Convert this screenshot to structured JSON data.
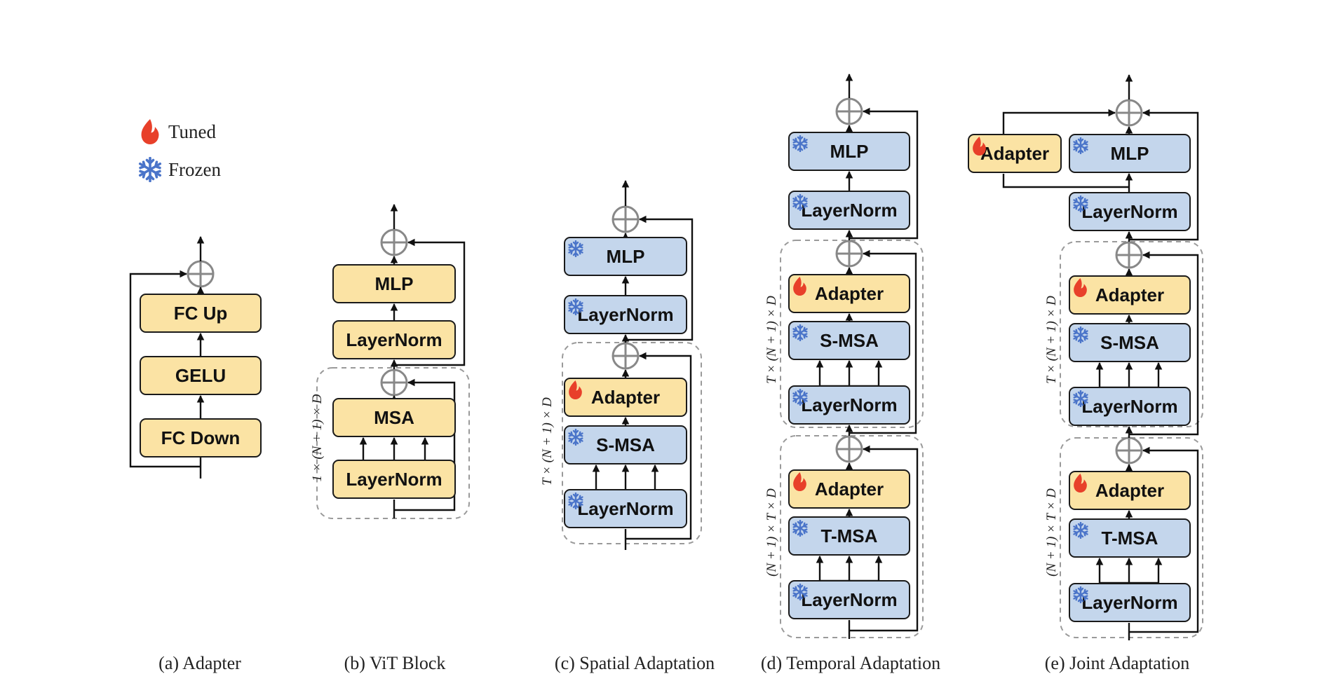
{
  "legend": {
    "tuned": "Tuned",
    "frozen": "Frozen"
  },
  "colors": {
    "tuned_block": "#fbe3a4",
    "frozen_block": "#c4d6ec",
    "fire": "#e8402a",
    "snowflake": "#4a74c9",
    "adder": "#888888"
  },
  "panels": {
    "a": {
      "caption": "(a) Adapter",
      "blocks": [
        "FC Up",
        "GELU",
        "FC Down"
      ]
    },
    "b": {
      "caption": "(b) ViT Block",
      "dim": "1 × (N + 1) × D",
      "blocks": [
        "MLP",
        "LayerNorm",
        "MSA",
        "LayerNorm"
      ]
    },
    "c": {
      "caption": "(c) Spatial Adaptation",
      "dim": "T × (N + 1) × D",
      "blocks": [
        "MLP",
        "LayerNorm",
        "Adapter",
        "S-MSA",
        "LayerNorm"
      ]
    },
    "d": {
      "caption": "(d) Temporal Adaptation",
      "dim_top": "T × (N + 1) × D",
      "dim_bottom": "(N + 1) × T × D",
      "blocks": [
        "MLP",
        "LayerNorm",
        "Adapter",
        "S-MSA",
        "LayerNorm",
        "Adapter",
        "T-MSA",
        "LayerNorm"
      ]
    },
    "e": {
      "caption": "(e) Joint Adaptation",
      "dim_top": "T × (N + 1) × D",
      "dim_bottom": "(N + 1) × T × D",
      "blocks": [
        "Adapter",
        "MLP",
        "LayerNorm",
        "Adapter",
        "S-MSA",
        "LayerNorm",
        "Adapter",
        "T-MSA",
        "LayerNorm"
      ]
    }
  }
}
